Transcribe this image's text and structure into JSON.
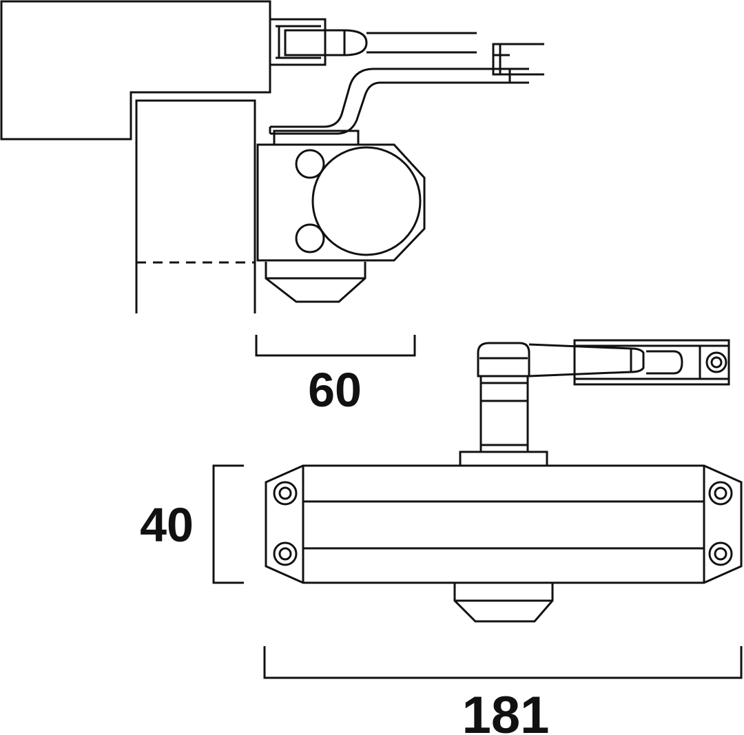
{
  "diagram": {
    "colors": {
      "line": "#111111",
      "background": "#ffffff"
    },
    "dimensions": {
      "width_side": "60",
      "height_front": "40",
      "length_front": "181"
    }
  }
}
